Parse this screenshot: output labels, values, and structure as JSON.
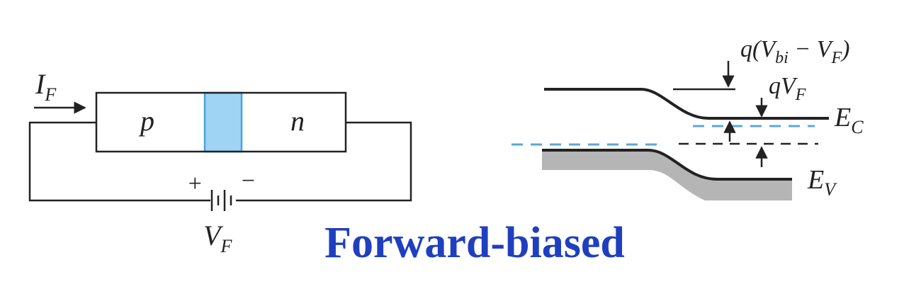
{
  "colors": {
    "line": "#222222",
    "depletion": "#9fd4f5",
    "depletion_border": "#4aa3df",
    "band_shade": "#b5b5b5",
    "fermi_level": "#5aa8d8",
    "title": "#1f3fbf"
  },
  "circuit": {
    "current_label": "I",
    "current_sub": "F",
    "p_label": "p",
    "n_label": "n",
    "plus_sign": "+",
    "minus_sign": "−",
    "voltage_label": "V",
    "voltage_sub": "F"
  },
  "band_diagram": {
    "barrier_label_prefix": "q(V",
    "barrier_label_sub1": "bi",
    "barrier_label_mid": " − V",
    "barrier_label_sub2": "F",
    "barrier_label_suffix": ")",
    "shift_label": "qV",
    "shift_label_sub": "F",
    "ec_label": "E",
    "ec_sub": "C",
    "ev_label": "E",
    "ev_sub": "V"
  },
  "title": "Forward-biased"
}
